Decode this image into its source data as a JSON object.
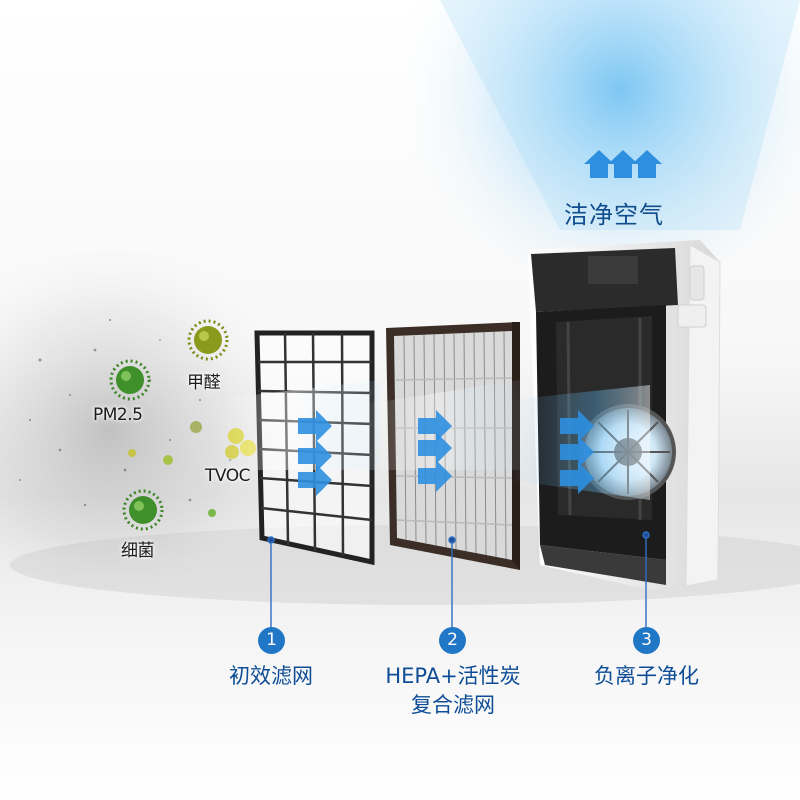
{
  "clean_air": "洁净空气",
  "pollutants": {
    "formaldehyde": "甲醛",
    "pm25": "PM2.5",
    "tvoc": "TVOC",
    "bacteria": "细菌"
  },
  "stages": [
    {
      "num": "1",
      "title": "初效滤网"
    },
    {
      "num": "2",
      "title": "HEPA+活性炭",
      "subtitle": "复合滤网"
    },
    {
      "num": "3",
      "title": "负离子净化"
    }
  ],
  "colors": {
    "accent": "#1f77c6",
    "caption": "#0e4d96",
    "glow": "#5ab7f0"
  }
}
